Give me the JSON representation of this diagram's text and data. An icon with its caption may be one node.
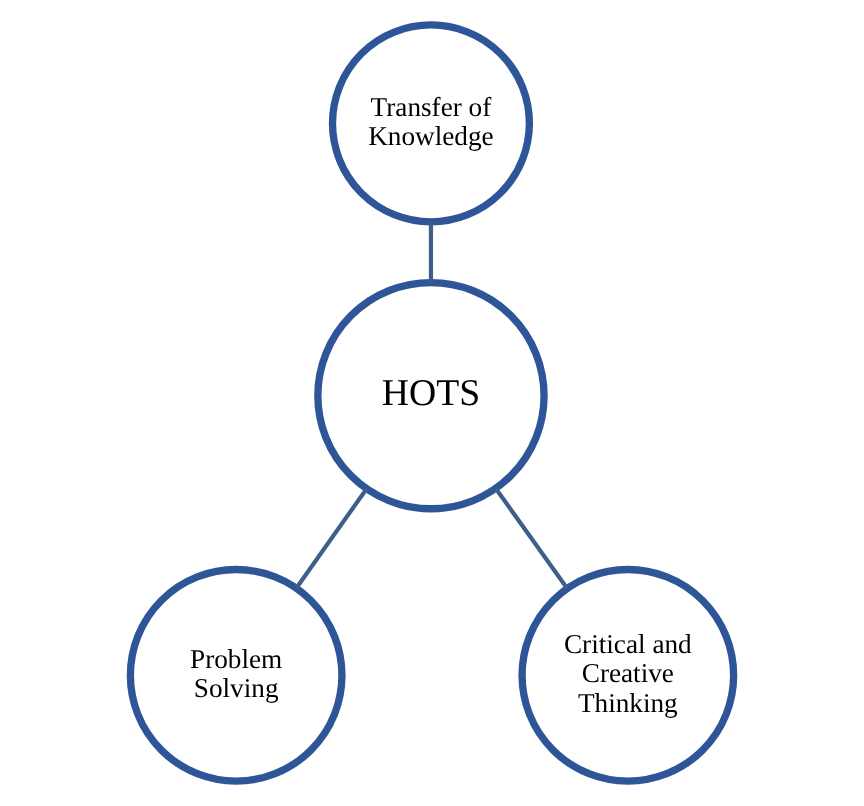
{
  "diagram": {
    "nodes": [
      {
        "text": [
          "Transfer of Knowledge"
        ]
      },
      {
        "text": [
          "HOTS"
        ]
      },
      {
        "text": [
          "Problem Solving"
        ]
      },
      {
        "text": [
          "Critical and Creative Thinking"
        ]
      }
    ],
    "edges": [
      {
        "from": 0,
        "to": 1,
        "arrow": "none"
      },
      {
        "from": 1,
        "to": 2,
        "arrow": "none"
      },
      {
        "from": 1,
        "to": 3,
        "arrow": "none"
      }
    ]
  }
}
